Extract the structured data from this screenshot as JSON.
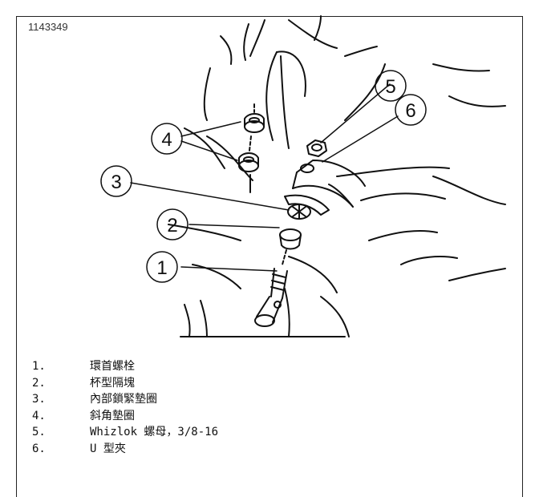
{
  "figure": {
    "id": "1143349",
    "callouts": [
      "1",
      "2",
      "3",
      "4",
      "5",
      "6"
    ]
  },
  "legend": [
    {
      "num": "1.",
      "text": "環首螺栓"
    },
    {
      "num": "2.",
      "text": "杯型隔塊"
    },
    {
      "num": "3.",
      "text": "內部鎖緊墊圈"
    },
    {
      "num": "4.",
      "text": "斜角墊圈"
    },
    {
      "num": "5.",
      "text": "Whizlok 螺母，3/8-16"
    },
    {
      "num": "6.",
      "text": "U 型夾"
    }
  ]
}
